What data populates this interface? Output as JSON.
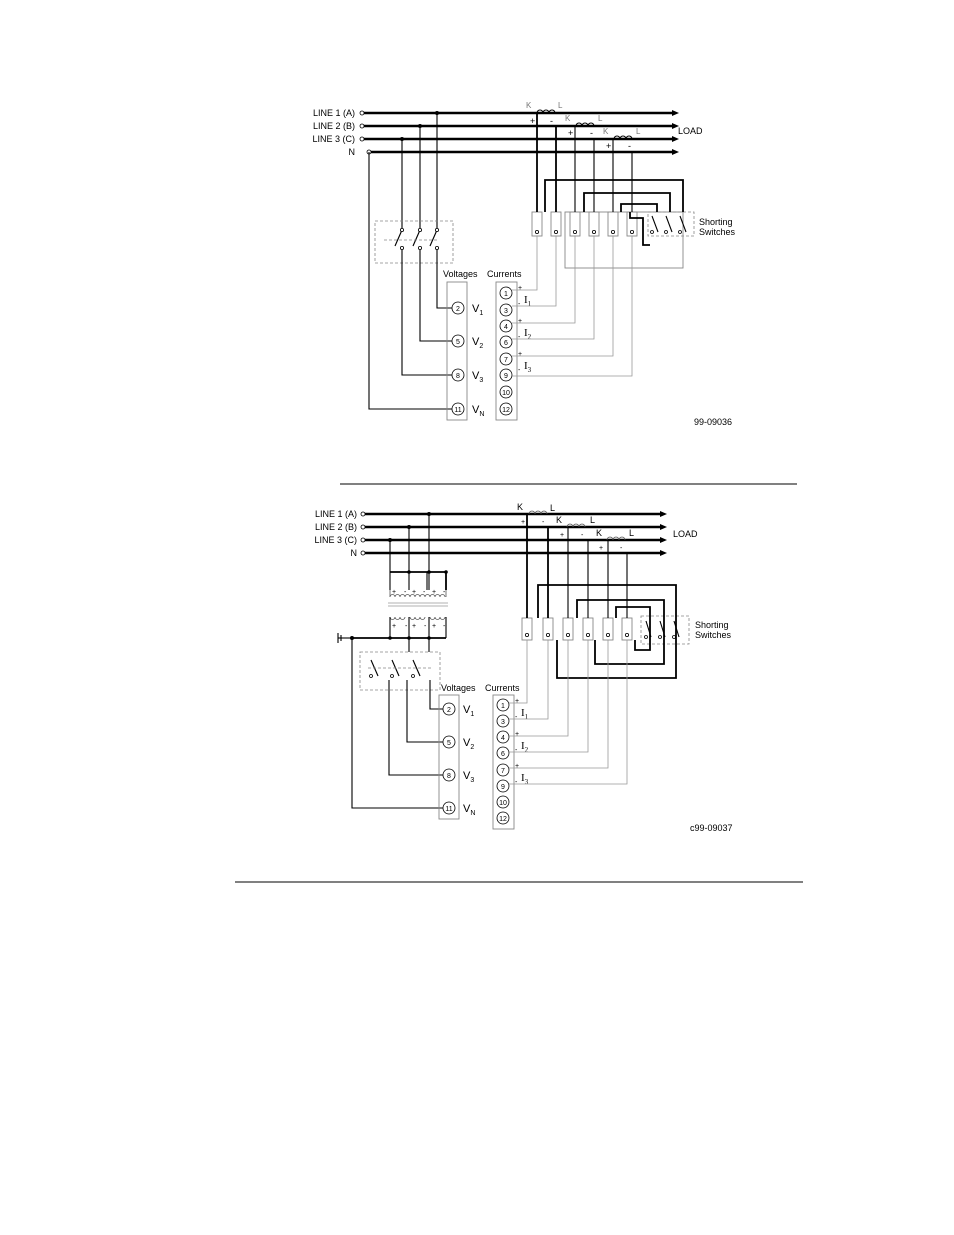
{
  "diagram1": {
    "lines": [
      "LINE 1 (A)",
      "LINE 2 (B)",
      "LINE 3 (C)",
      "N"
    ],
    "load": "LOAD",
    "ct_k": "K",
    "ct_l": "L",
    "plus": "+",
    "minus": "-",
    "shorting": [
      "Shorting",
      "Switches"
    ],
    "voltages_header": "Voltages",
    "currents_header": "Currents",
    "voltage_terminals": [
      "2",
      "5",
      "8",
      "11"
    ],
    "voltage_labels": [
      {
        "base": "V",
        "sub": "1"
      },
      {
        "base": "V",
        "sub": "2"
      },
      {
        "base": "V",
        "sub": "3"
      },
      {
        "base": "V",
        "sub": "N"
      }
    ],
    "current_terminals": [
      "1",
      "3",
      "4",
      "6",
      "7",
      "9",
      "10",
      "12"
    ],
    "current_labels": [
      {
        "base": "I",
        "sub": "1"
      },
      {
        "base": "I",
        "sub": "2"
      },
      {
        "base": "I",
        "sub": "3"
      }
    ],
    "code": "99-09036"
  },
  "diagram2": {
    "lines": [
      "LINE 1 (A)",
      "LINE 2 (B)",
      "LINE 3 (C)",
      "N"
    ],
    "load": "LOAD",
    "ct_k": "K",
    "ct_l": "L",
    "plus": "+",
    "minus": "-",
    "shorting": [
      "Shorting",
      "Switches"
    ],
    "voltages_header": "Voltages",
    "currents_header": "Currents",
    "voltage_terminals": [
      "2",
      "5",
      "8",
      "11"
    ],
    "voltage_labels": [
      {
        "base": "V",
        "sub": "1"
      },
      {
        "base": "V",
        "sub": "2"
      },
      {
        "base": "V",
        "sub": "3"
      },
      {
        "base": "V",
        "sub": "N"
      }
    ],
    "current_terminals": [
      "1",
      "3",
      "4",
      "6",
      "7",
      "9",
      "10",
      "12"
    ],
    "current_labels": [
      {
        "base": "I",
        "sub": "1"
      },
      {
        "base": "I",
        "sub": "2"
      },
      {
        "base": "I",
        "sub": "3"
      }
    ],
    "code": "c99-09037"
  }
}
